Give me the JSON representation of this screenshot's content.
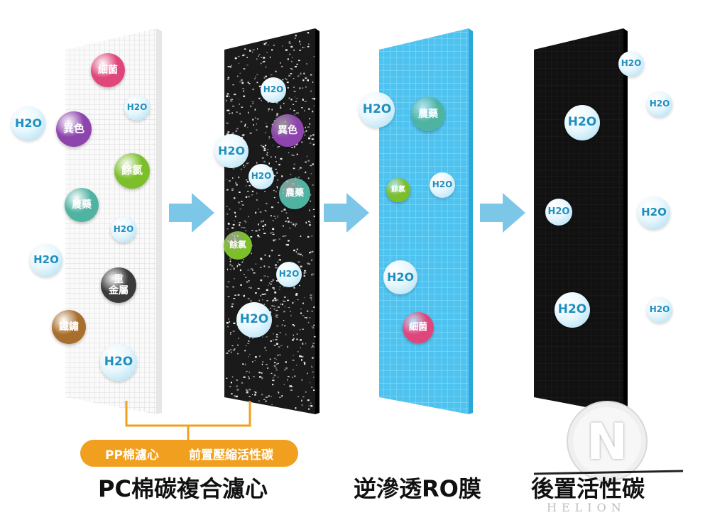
{
  "stages": [
    {
      "name": "PC棉碳複合濾心",
      "sublabels": [
        "PP棉濾心",
        "前置壓縮活性碳"
      ]
    },
    {
      "name": "逆滲透RO膜"
    },
    {
      "name": "後置活性碳"
    }
  ],
  "bubbles": {
    "stage1": [
      {
        "text": "細菌",
        "kind": "bacteria"
      },
      {
        "text": "H2O",
        "kind": "water"
      },
      {
        "text": "H2O",
        "kind": "water"
      },
      {
        "text": "異色",
        "kind": "color"
      },
      {
        "text": "餘氯",
        "kind": "chlorine"
      },
      {
        "text": "農藥",
        "kind": "pesticide"
      },
      {
        "text": "H2O",
        "kind": "water"
      },
      {
        "text": "H2O",
        "kind": "water"
      },
      {
        "text": "重\n金屬",
        "kind": "heavy-metal"
      },
      {
        "text": "鐵鏽",
        "kind": "rust"
      },
      {
        "text": "H2O",
        "kind": "water"
      }
    ],
    "stage2": [
      {
        "text": "H2O",
        "kind": "water"
      },
      {
        "text": "異色",
        "kind": "color"
      },
      {
        "text": "H2O",
        "kind": "water"
      },
      {
        "text": "H2O",
        "kind": "water"
      },
      {
        "text": "農藥",
        "kind": "pesticide"
      },
      {
        "text": "餘氯",
        "kind": "chlorine"
      },
      {
        "text": "H2O",
        "kind": "water"
      },
      {
        "text": "H2O",
        "kind": "water"
      }
    ],
    "stage3": [
      {
        "text": "H2O",
        "kind": "water"
      },
      {
        "text": "農藥",
        "kind": "pesticide"
      },
      {
        "text": "餘氯",
        "kind": "chlorine"
      },
      {
        "text": "H2O",
        "kind": "water"
      },
      {
        "text": "H2O",
        "kind": "water"
      },
      {
        "text": "細菌",
        "kind": "bacteria"
      }
    ],
    "stage4": [
      {
        "text": "H2O",
        "kind": "water"
      },
      {
        "text": "H2O",
        "kind": "water"
      },
      {
        "text": "H2O",
        "kind": "water"
      },
      {
        "text": "H2O",
        "kind": "water"
      },
      {
        "text": "H2O",
        "kind": "water"
      },
      {
        "text": "H2O",
        "kind": "water"
      },
      {
        "text": "H2O",
        "kind": "water"
      }
    ]
  },
  "colors": {
    "bacteria": "#e0457b",
    "color": "#8e44ad",
    "chlorine": "#7cbf2a",
    "pesticide": "#4fb3a2",
    "heavy-metal": "#3a3a3a",
    "rust": "#a86f2c",
    "arrow": "#7cc6e8",
    "bracket": "#f0a01e",
    "ro": "#4fc3f0"
  },
  "logo": {
    "letter": "N",
    "text": "HELION"
  }
}
